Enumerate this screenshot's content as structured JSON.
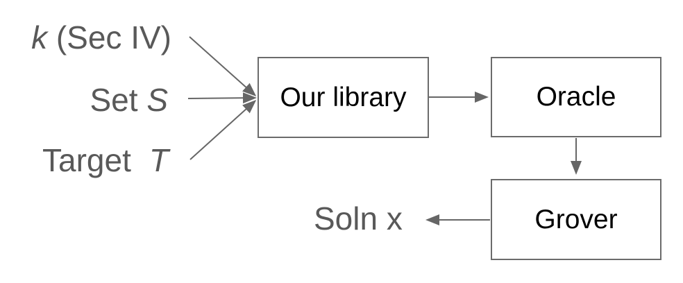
{
  "background": "#ffffff",
  "colors": {
    "label_text": "#595959",
    "node_text": "#000000",
    "node_border": "#6b6b6b",
    "line": "#666666"
  },
  "inputs": {
    "k": {
      "italic": "k",
      "regular": " (Sec IV)"
    },
    "set": {
      "regular": "Set ",
      "italic": "S"
    },
    "target": {
      "regular": "Target",
      "italic": "T"
    }
  },
  "nodes": {
    "library": {
      "label": "Our library"
    },
    "oracle": {
      "label": "Oracle"
    },
    "grover": {
      "label": "Grover"
    }
  },
  "output": {
    "label": "Soln x"
  }
}
